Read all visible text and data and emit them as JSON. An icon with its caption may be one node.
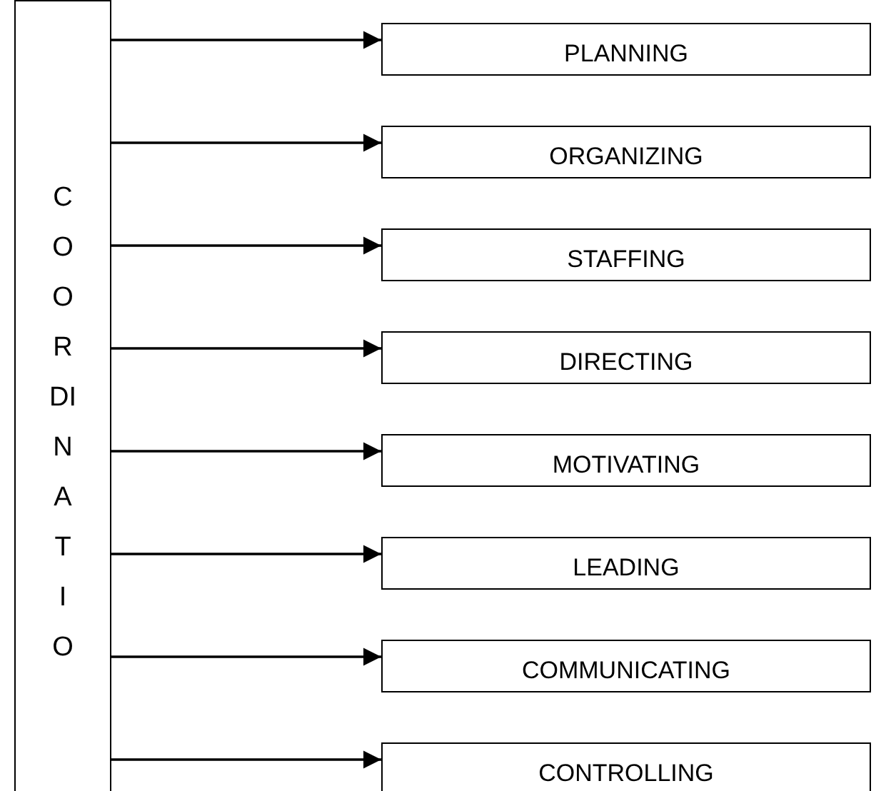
{
  "diagram": {
    "nodes": [
      {
        "text": [
          "C O O R DI N A T I O"
        ]
      },
      {
        "text": [
          "PLANNING"
        ]
      },
      {
        "text": [
          "ORGANIZING"
        ]
      },
      {
        "text": [
          "STAFFING"
        ]
      },
      {
        "text": [
          "DIRECTING"
        ]
      },
      {
        "text": [
          "MOTIVATING"
        ]
      },
      {
        "text": [
          "LEADING"
        ]
      },
      {
        "text": [
          "COMMUNICATING"
        ]
      },
      {
        "text": [
          "CONTROLLING"
        ]
      }
    ],
    "edges": [
      {
        "from": 0,
        "to": 1,
        "arrow": "to"
      },
      {
        "from": 0,
        "to": 2,
        "arrow": "to"
      },
      {
        "from": 0,
        "to": 3,
        "arrow": "to"
      },
      {
        "from": 0,
        "to": 4,
        "arrow": "to"
      },
      {
        "from": 0,
        "to": 5,
        "arrow": "to"
      },
      {
        "from": 0,
        "to": 6,
        "arrow": "to"
      },
      {
        "from": 0,
        "to": 7,
        "arrow": "to"
      },
      {
        "from": 0,
        "to": 8,
        "arrow": "to"
      }
    ]
  }
}
